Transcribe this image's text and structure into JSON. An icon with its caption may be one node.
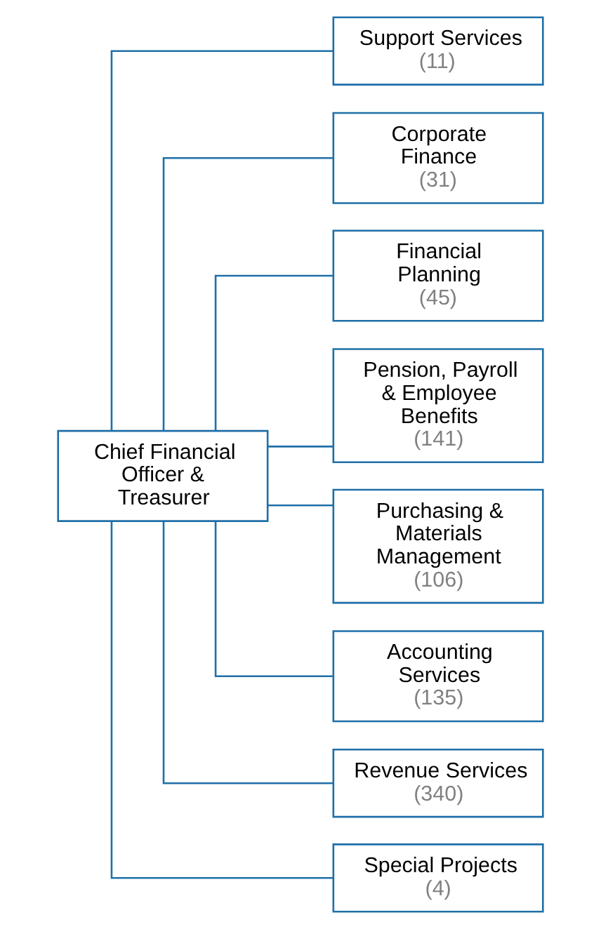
{
  "diagram": {
    "nodes": [
      {
        "text": [
          "Chief Financial Officer & Treasurer"
        ]
      },
      {
        "text": [
          "Support Services",
          "(11)"
        ]
      },
      {
        "text": [
          "Corporate Finance",
          "(31)"
        ]
      },
      {
        "text": [
          "Financial Planning",
          "(45)"
        ]
      },
      {
        "text": [
          "Pension, Payroll & Employee Benefits",
          "(141)"
        ]
      },
      {
        "text": [
          "Purchasing & Materials Management",
          "(106)"
        ]
      },
      {
        "text": [
          "Accounting Services",
          "(135)"
        ]
      },
      {
        "text": [
          "Revenue Services",
          "(340)"
        ]
      },
      {
        "text": [
          "Special Projects",
          "(4)"
        ]
      }
    ],
    "edges": [
      {
        "from": 0,
        "to": 1,
        "arrow": "none"
      },
      {
        "from": 0,
        "to": 2,
        "arrow": "none"
      },
      {
        "from": 0,
        "to": 3,
        "arrow": "none"
      },
      {
        "from": 0,
        "to": 4,
        "arrow": "none"
      },
      {
        "from": 0,
        "to": 5,
        "arrow": "none"
      },
      {
        "from": 0,
        "to": 6,
        "arrow": "none"
      },
      {
        "from": 0,
        "to": 7,
        "arrow": "none"
      },
      {
        "from": 0,
        "to": 8,
        "arrow": "none"
      }
    ]
  }
}
